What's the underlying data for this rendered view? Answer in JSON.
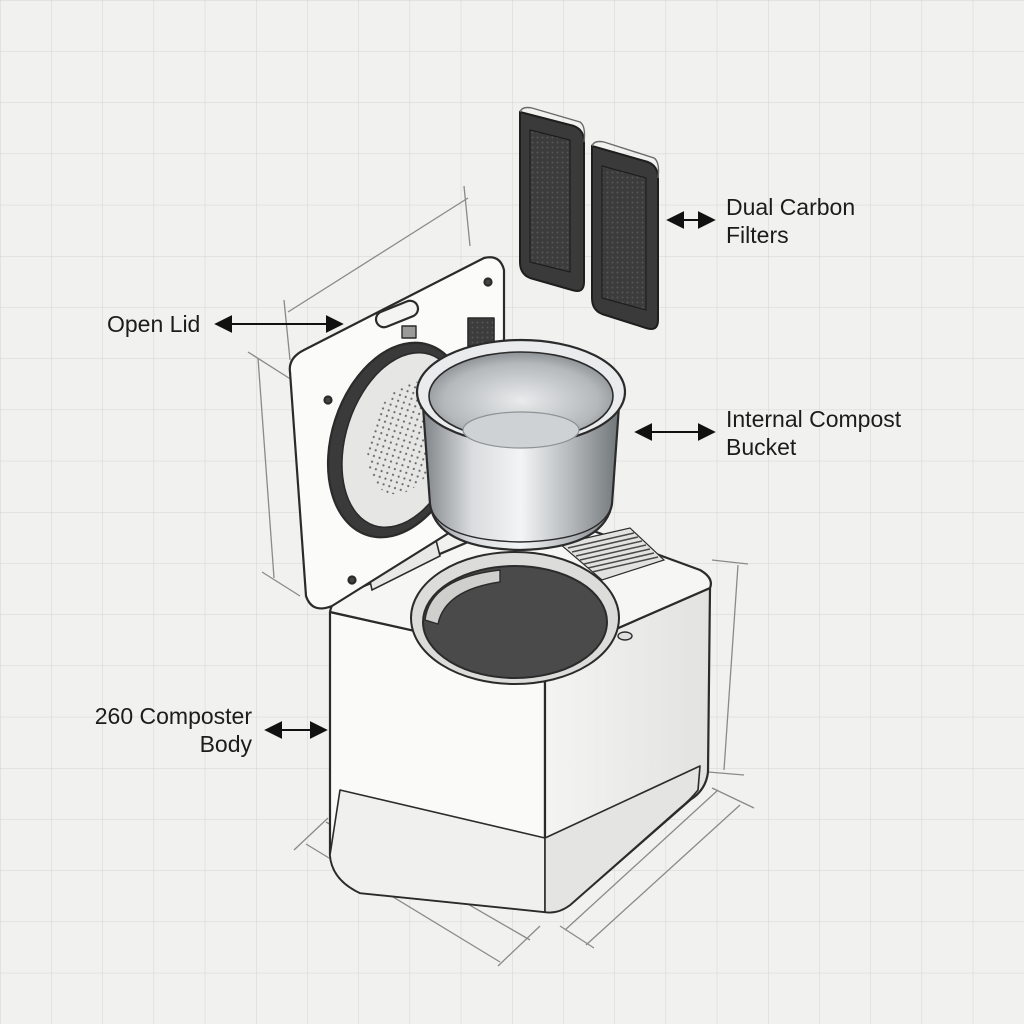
{
  "labels": {
    "filters": {
      "line1": "Dual Carbon",
      "line2": "Filters"
    },
    "lid": {
      "line1": "Open Lid"
    },
    "bucket": {
      "line1": "Internal Compost",
      "line2": "Bucket"
    },
    "body": {
      "line1": "260 Composter",
      "line2": "Body"
    }
  },
  "colors": {
    "background": "#f1f1ef",
    "grid": "#d4d4d2",
    "outline": "#2b2b2b",
    "body_fill": "#fbfbfa",
    "filter_fill": "#3a3a3a",
    "steel_light": "#e6e8ea",
    "steel_dark": "#8d9296",
    "dimension": "#8a8a8a"
  },
  "icons": [
    "double-arrow-icon"
  ]
}
